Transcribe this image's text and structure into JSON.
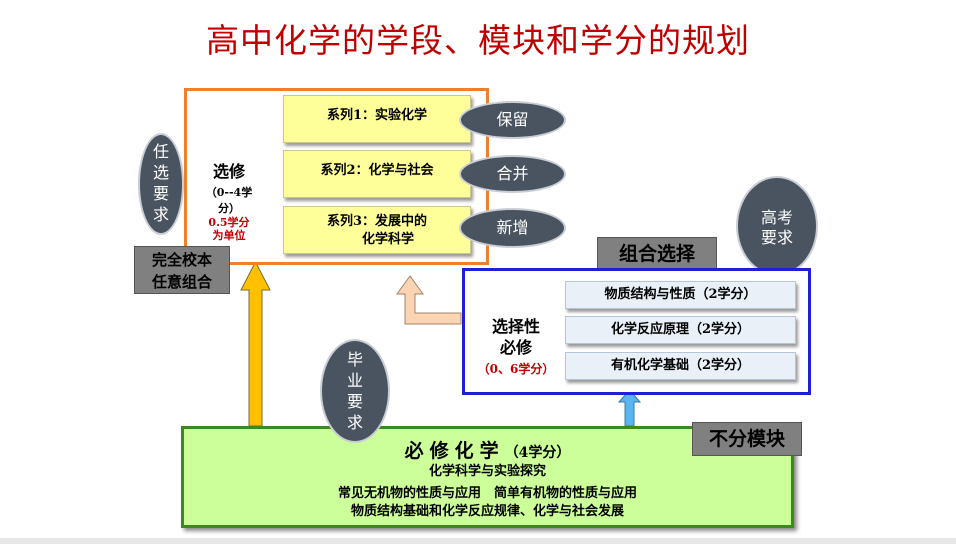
{
  "title": "高中化学的学段、模块和学分的规划",
  "elective": {
    "label": "选修",
    "credits": "（0--4学分）",
    "note_line1": "0.5学分",
    "note_line2": "为单位",
    "series": [
      {
        "line1": "系列1：实验化学",
        "line2": ""
      },
      {
        "line1": "系列2：化学与社会",
        "line2": ""
      },
      {
        "line1": "系列3：发展中的",
        "line2": "化学科学"
      }
    ],
    "status": [
      "保留",
      "合并",
      "新增"
    ]
  },
  "tags": {
    "renxuan": [
      "任",
      "选",
      "要",
      "求"
    ],
    "gaokao": [
      "高考",
      "要求"
    ],
    "biye": [
      "毕",
      "业",
      "要",
      "求"
    ]
  },
  "labels": {
    "school_combo_line1": "完全校本",
    "school_combo_line2": "任意组合",
    "combo_select": "组合选择",
    "no_split": "不分模块"
  },
  "selective_required": {
    "label_line1": "选择性",
    "label_line2": "必修",
    "credits": "（0、6学分）",
    "modules": [
      "物质结构与性质（2学分）",
      "化学反应原理（2学分）",
      "有机化学基础（2学分）"
    ]
  },
  "required": {
    "title": "必修化学",
    "credits": "（4学分）",
    "lines": [
      "化学科学与实验探究",
      "常见无机物的性质与应用　简单有机物的性质与应用",
      "物质结构基础和化学反应规律、化学与社会发展"
    ]
  },
  "colors": {
    "title": "#c00000",
    "elective_border": "#f07f2b",
    "select_border": "#1f1fd6",
    "required_fill": "#ccff99",
    "required_border": "#3c8a1f",
    "series_fill": "#ffff99",
    "oval_fill": "#4a5461",
    "arrow_yellow": "#ffc000",
    "arrow_blue": "#5ab4f0",
    "arrow_peach": "#fbd4b4"
  }
}
